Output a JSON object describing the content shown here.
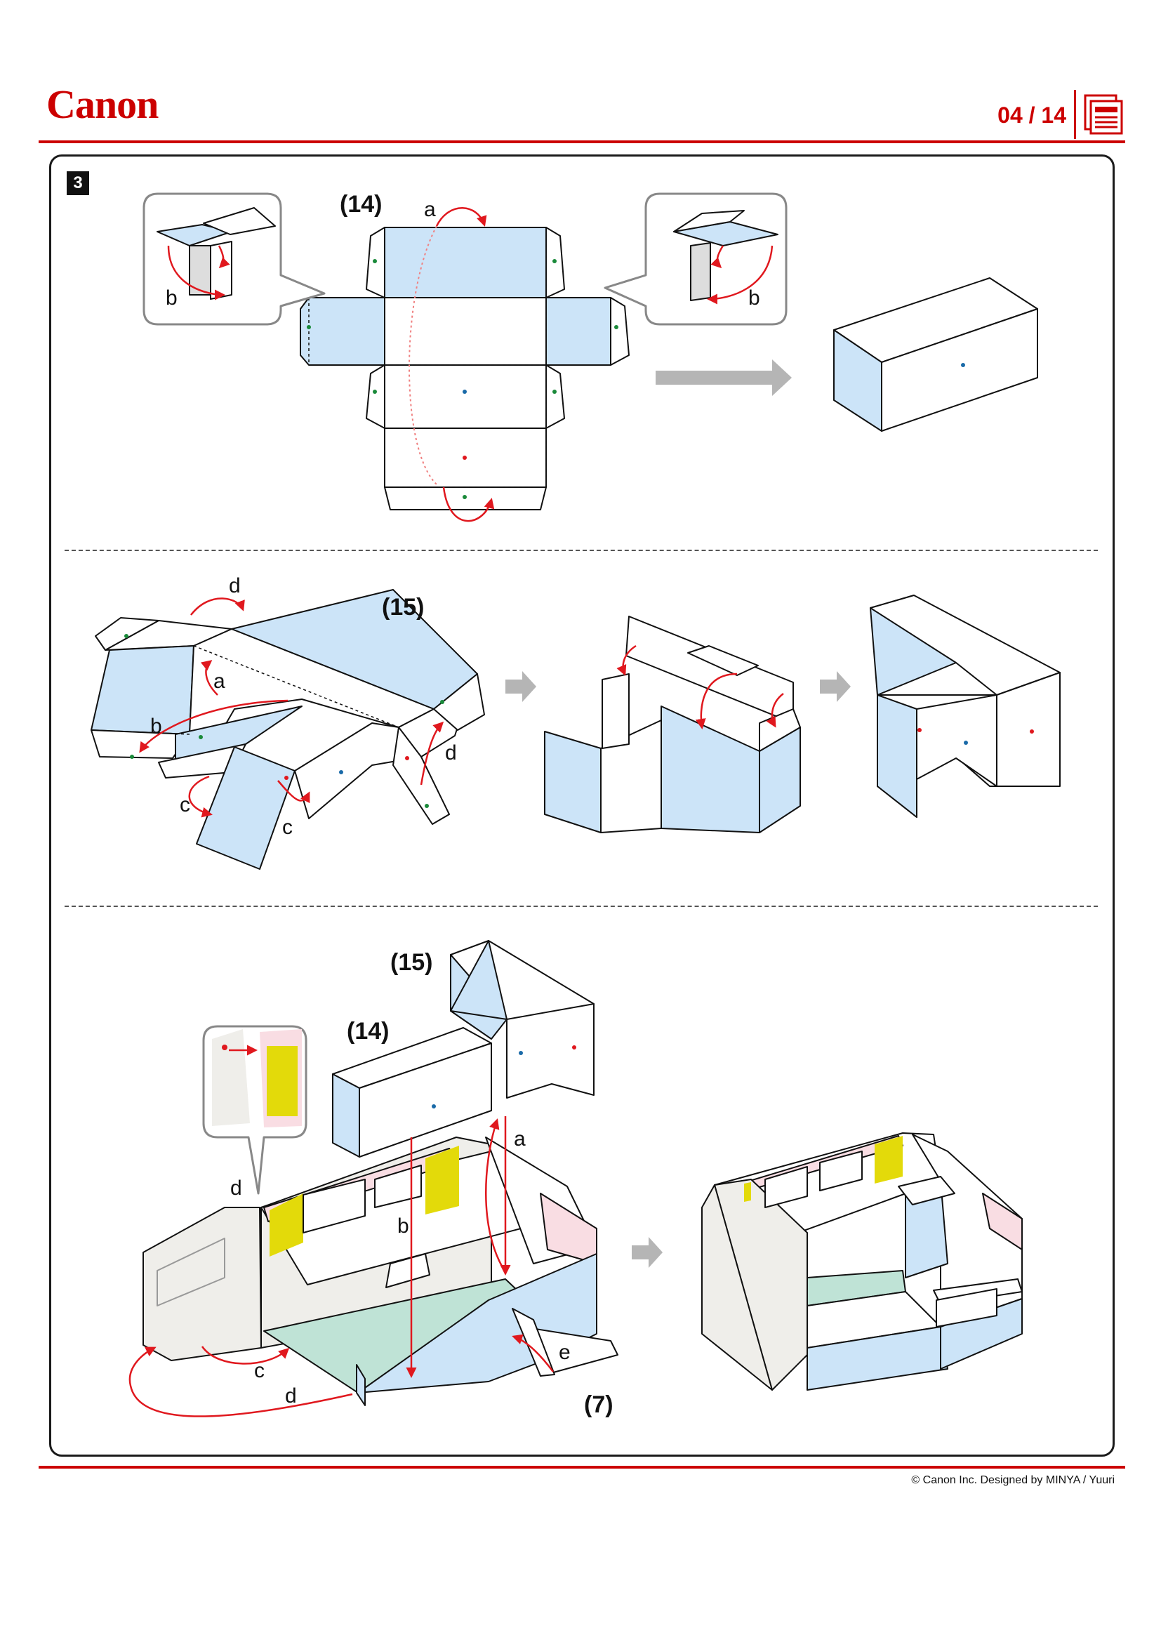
{
  "header": {
    "logo_text": "Canon",
    "page_indicator": "04 / 14",
    "doc_icon": "document-icon",
    "brand_color": "#cc0000"
  },
  "step": {
    "number": "3"
  },
  "section1": {
    "part_label": "(14)",
    "fold_labels": [
      "a",
      "b",
      "b"
    ]
  },
  "section2": {
    "part_label": "(15)",
    "fold_labels": [
      "d",
      "a",
      "b",
      "d",
      "c",
      "c"
    ]
  },
  "section3": {
    "part_labels": [
      "(15)",
      "(14)",
      "(7)"
    ],
    "fold_labels": [
      "a",
      "d",
      "b",
      "c",
      "d",
      "e"
    ]
  },
  "colors": {
    "part_fill_blue": "#cce4f8",
    "interior_green": "#bfe3d6",
    "roof_pink": "#f9dde3",
    "glue_yellow": "#e3da0a",
    "wall_grey": "#efeeea",
    "arrow_grey": "#b5b5b5",
    "arrow_red": "#e0181e"
  },
  "footer": {
    "copyright": "© Canon Inc. Designed by MINYA / Yuuri"
  }
}
